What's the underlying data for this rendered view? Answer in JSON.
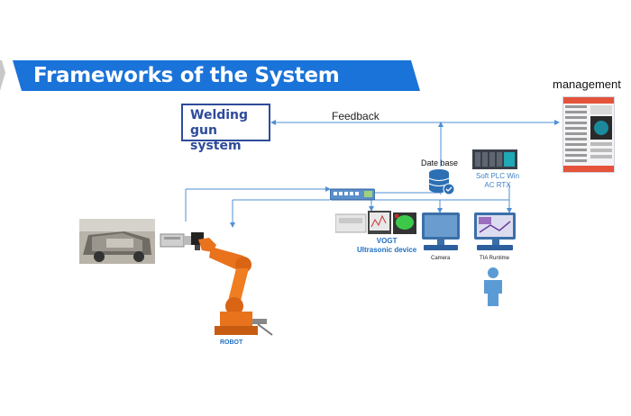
{
  "slide": {
    "title": "Frameworks of the System"
  },
  "nodes": {
    "welding_line1": "Welding",
    "welding_line2": "gun system",
    "management": "management",
    "feedback": "Feedback",
    "database": "Date base",
    "softplc_line1": "Soft PLC Win",
    "softplc_line2": "AC RTX",
    "vogt_line1": "VOGT",
    "vogt_line2": "Ultrasonic device",
    "camera": "Camera",
    "tia": "TIA Runtime",
    "robot": "ROBOT"
  },
  "colors": {
    "banner": "#1a73d9",
    "banner_dark": "#2563a8",
    "accent_gray": "#c8c8c8",
    "connector": "#4f8fd6",
    "robot_orange": "#e8731c",
    "person_blue": "#5b9bd5",
    "box_border": "#2e4b9b"
  }
}
